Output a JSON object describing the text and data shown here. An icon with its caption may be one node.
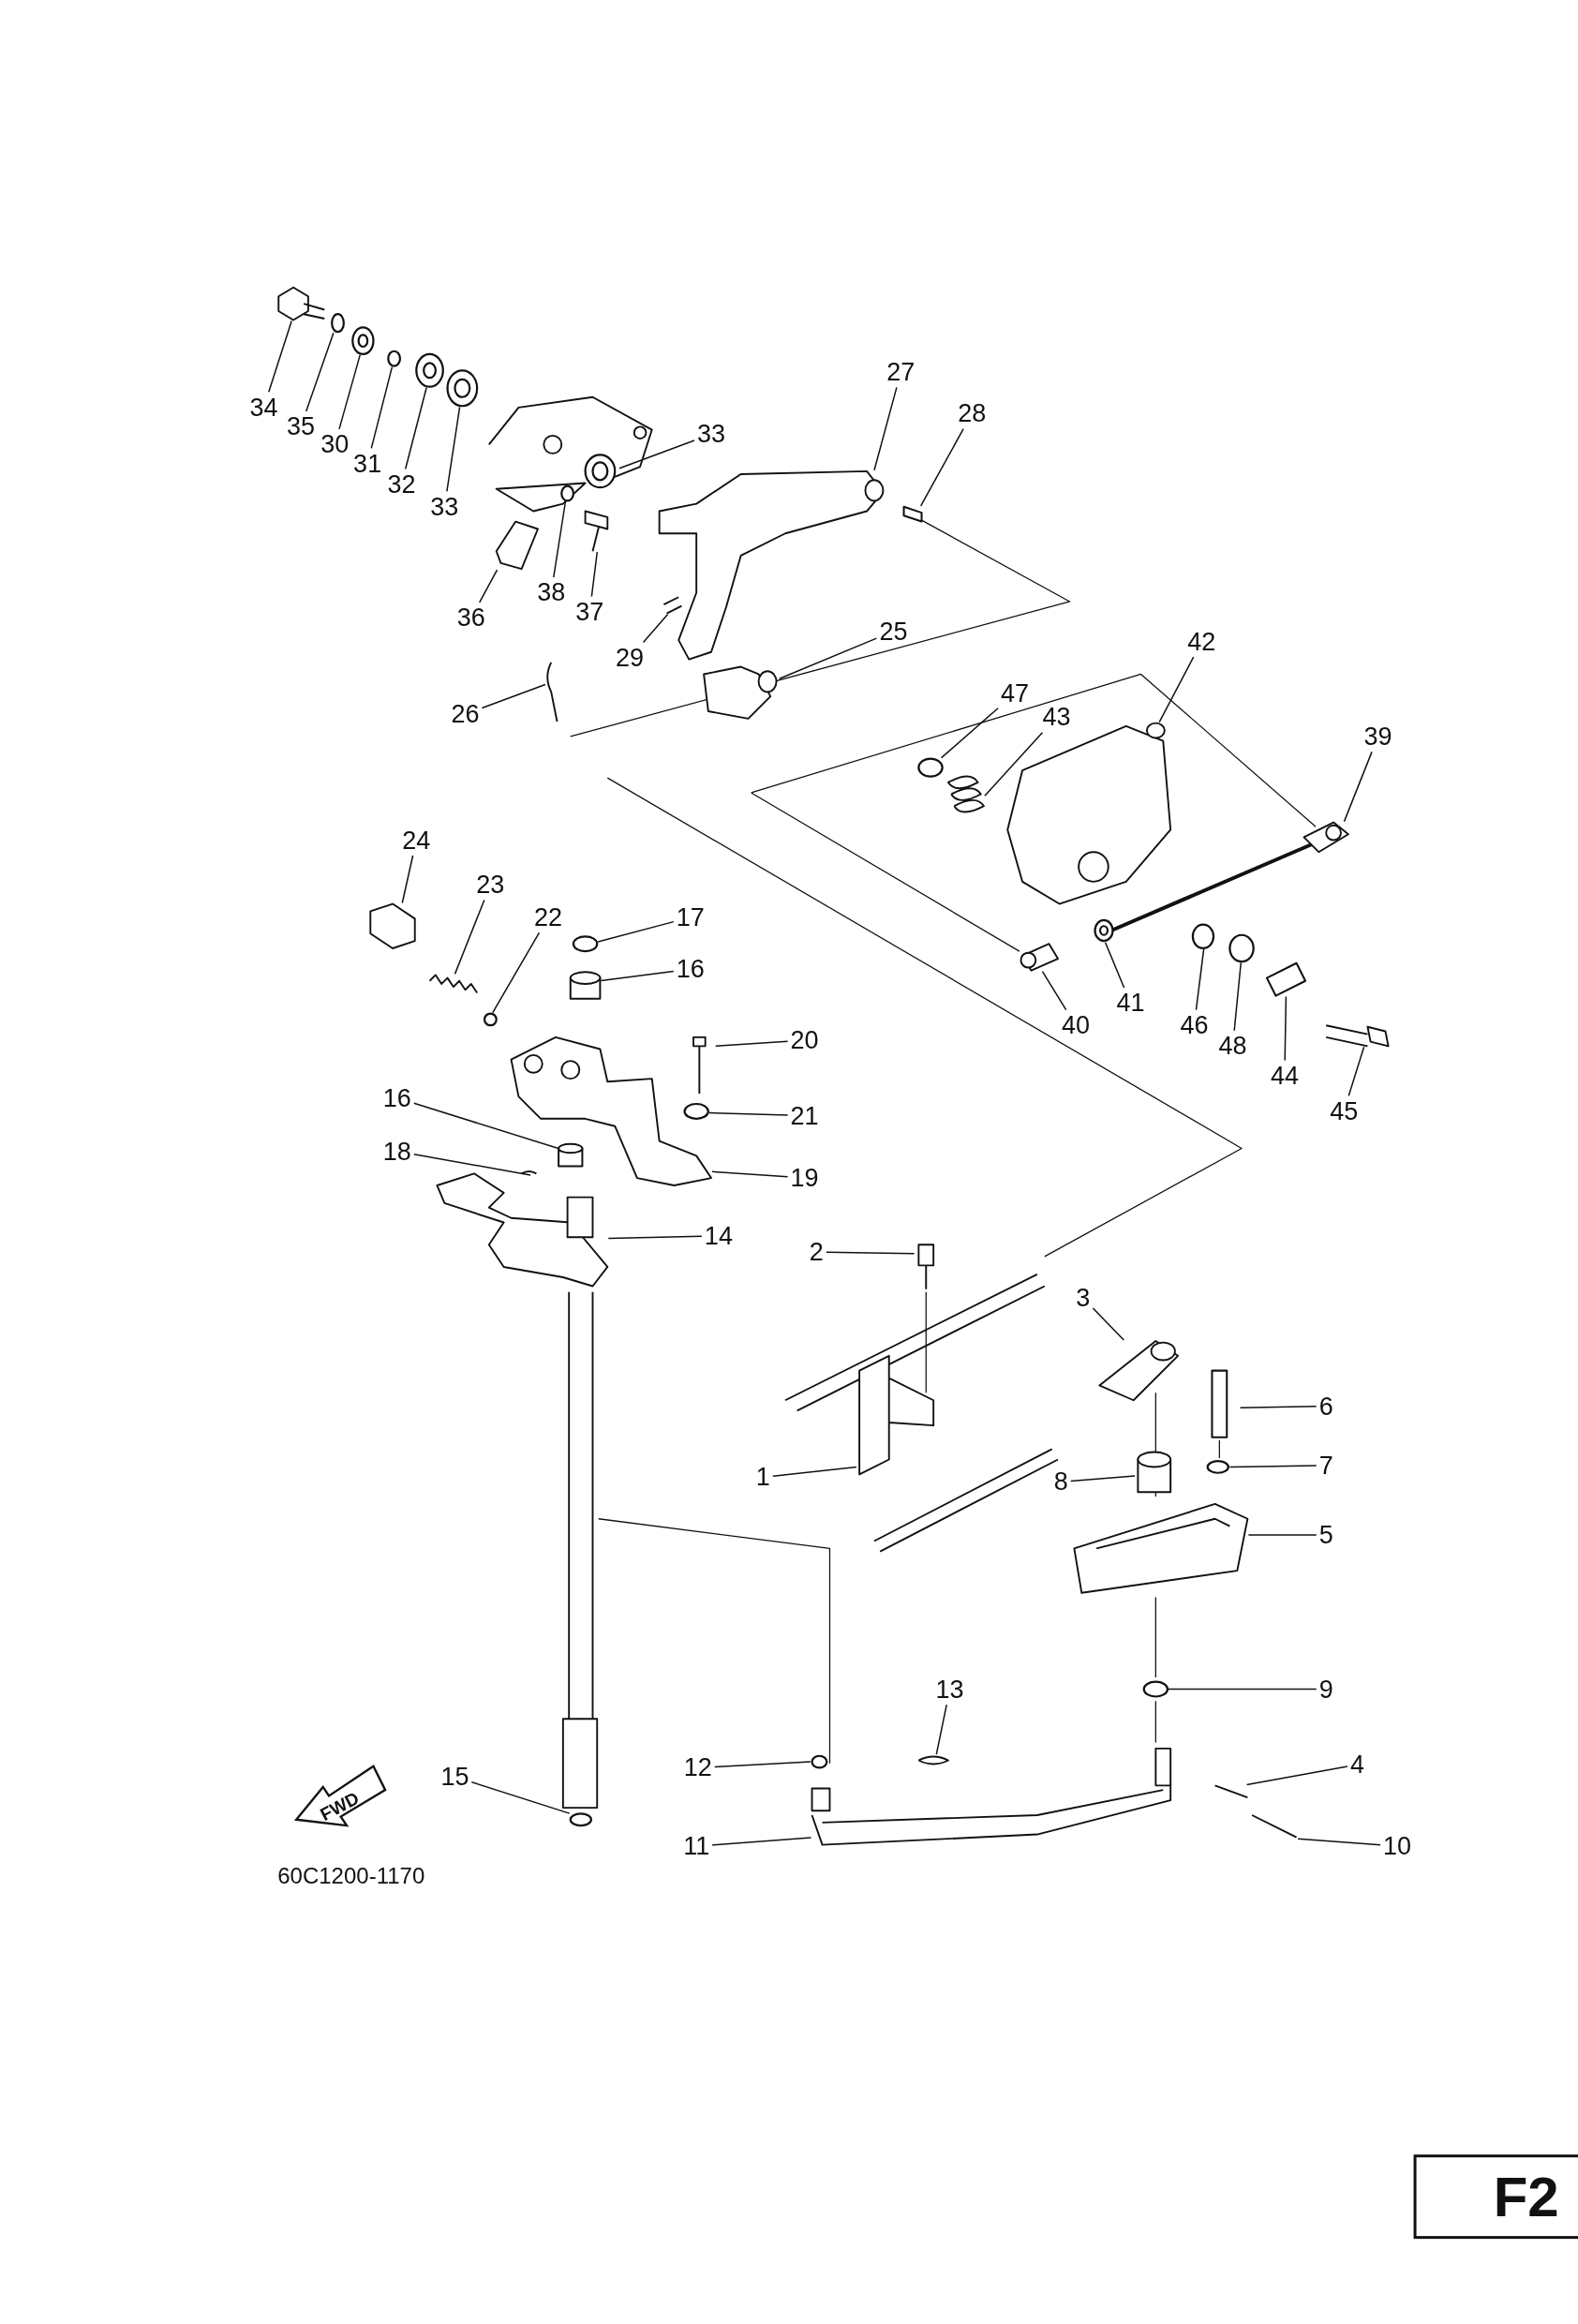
{
  "diagram": {
    "nodes": [
      {
        "text": [
          "34"
        ]
      },
      {
        "text": [
          "35"
        ]
      },
      {
        "text": [
          "30"
        ]
      },
      {
        "text": [
          "31"
        ]
      },
      {
        "text": [
          "32"
        ]
      },
      {
        "text": [
          "33"
        ]
      },
      {
        "text": [
          "33"
        ]
      },
      {
        "text": [
          "36"
        ]
      },
      {
        "text": [
          "38"
        ]
      },
      {
        "text": [
          "37"
        ]
      },
      {
        "text": [
          "27"
        ]
      },
      {
        "text": [
          "28"
        ]
      },
      {
        "text": [
          "29"
        ]
      },
      {
        "text": [
          "25"
        ]
      },
      {
        "text": [
          "26"
        ]
      },
      {
        "text": [
          "42"
        ]
      },
      {
        "text": [
          "47"
        ]
      },
      {
        "text": [
          "43"
        ]
      },
      {
        "text": [
          "39"
        ]
      },
      {
        "text": [
          "24"
        ]
      },
      {
        "text": [
          "23"
        ]
      },
      {
        "text": [
          "22"
        ]
      },
      {
        "text": [
          "17"
        ]
      },
      {
        "text": [
          "16"
        ]
      },
      {
        "text": [
          "20"
        ]
      },
      {
        "text": [
          "21"
        ]
      },
      {
        "text": [
          "16"
        ]
      },
      {
        "text": [
          "18"
        ]
      },
      {
        "text": [
          "19"
        ]
      },
      {
        "text": [
          "14"
        ]
      },
      {
        "text": [
          "40"
        ]
      },
      {
        "text": [
          "41"
        ]
      },
      {
        "text": [
          "46"
        ]
      },
      {
        "text": [
          "48"
        ]
      },
      {
        "text": [
          "44"
        ]
      },
      {
        "text": [
          "45"
        ]
      },
      {
        "text": [
          "2"
        ]
      },
      {
        "text": [
          "3"
        ]
      },
      {
        "text": [
          "6"
        ]
      },
      {
        "text": [
          "1"
        ]
      },
      {
        "text": [
          "8"
        ]
      },
      {
        "text": [
          "7"
        ]
      },
      {
        "text": [
          "5"
        ]
      },
      {
        "text": [
          "9"
        ]
      },
      {
        "text": [
          "13"
        ]
      },
      {
        "text": [
          "12"
        ]
      },
      {
        "text": [
          "15"
        ]
      },
      {
        "text": [
          "4"
        ]
      },
      {
        "text": [
          "11"
        ]
      },
      {
        "text": [
          "10"
        ]
      },
      {
        "text": [],
        "shape": "picture"
      },
      {
        "text": [],
        "shape": "circle"
      },
      {
        "text": [],
        "shape": "circle"
      },
      {
        "text": [],
        "shape": "circle"
      },
      {
        "text": [],
        "shape": "circle"
      },
      {
        "text": [],
        "shape": "circle"
      },
      {
        "text": [],
        "shape": "circle"
      },
      {
        "text": [],
        "shape": "picture"
      },
      {
        "text": [],
        "shape": "circle"
      },
      {
        "text": [],
        "shape": "picture"
      },
      {
        "text": [],
        "shape": "picture"
      },
      {
        "text": [],
        "shape": "box"
      },
      {
        "text": [],
        "shape": "picture"
      },
      {
        "text": [],
        "shape": "picture"
      },
      {
        "text": [],
        "shape": "picture"
      },
      {
        "text": [],
        "shape": "picture"
      },
      {
        "text": [],
        "shape": "circle"
      },
      {
        "text": [],
        "shape": "picture"
      },
      {
        "text": [],
        "shape": "picture"
      },
      {
        "text": [],
        "shape": "picture"
      },
      {
        "text": [],
        "shape": "picture"
      },
      {
        "text": [],
        "shape": "circle"
      },
      {
        "text": [],
        "shape": "circle"
      },
      {
        "text": [],
        "shape": "cylinder"
      },
      {
        "text": [],
        "shape": "picture"
      },
      {
        "text": [],
        "shape": "circle"
      },
      {
        "text": [],
        "shape": "cylinder"
      },
      {
        "text": [],
        "shape": "picture"
      },
      {
        "text": [],
        "shape": "picture"
      },
      {
        "text": [],
        "shape": "picture"
      },
      {
        "text": [],
        "shape": "picture"
      },
      {
        "text": [],
        "shape": "circle"
      },
      {
        "text": [],
        "shape": "circle"
      },
      {
        "text": [],
        "shape": "circle"
      },
      {
        "text": [],
        "shape": "box"
      },
      {
        "text": [],
        "shape": "picture"
      },
      {
        "text": [],
        "shape": "picture"
      },
      {
        "text": [],
        "shape": "picture"
      },
      {
        "text": [],
        "shape": "box"
      },
      {
        "text": [],
        "shape": "picture"
      },
      {
        "text": [],
        "shape": "cylinder"
      },
      {
        "text": [],
        "shape": "circle"
      },
      {
        "text": [],
        "shape": "picture"
      },
      {
        "text": [],
        "shape": "circle"
      },
      {
        "text": [],
        "shape": "picture"
      },
      {
        "text": [],
        "shape": "circle"
      },
      {
        "text": [],
        "shape": "circle"
      },
      {
        "text": [],
        "shape": "picture"
      },
      {
        "text": [],
        "shape": "picture"
      },
      {
        "text": [],
        "shape": "picture"
      }
    ],
    "edges": [
      {
        "from": 0,
        "to": 50,
        "arrow": "none"
      },
      {
        "from": 1,
        "to": 51,
        "arrow": "none"
      },
      {
        "from": 2,
        "to": 52,
        "arrow": "none"
      },
      {
        "from": 3,
        "to": 53,
        "arrow": "none"
      },
      {
        "from": 4,
        "to": 54,
        "arrow": "none"
      },
      {
        "from": 5,
        "to": 55,
        "arrow": "none"
      },
      {
        "from": 6,
        "to": 56,
        "arrow": "none"
      },
      {
        "from": 7,
        "to": 57,
        "arrow": "none"
      },
      {
        "from": 8,
        "to": 58,
        "arrow": "none"
      },
      {
        "from": 9,
        "to": 59,
        "arrow": "none"
      },
      {
        "from": 10,
        "to": 60,
        "arrow": "none"
      },
      {
        "from": 11,
        "to": 61,
        "arrow": "none"
      },
      {
        "from": 12,
        "to": 62,
        "arrow": "none"
      },
      {
        "from": 13,
        "to": 63,
        "arrow": "none"
      },
      {
        "from": 14,
        "to": 64,
        "arrow": "none"
      },
      {
        "from": 15,
        "to": 65,
        "arrow": "none"
      },
      {
        "from": 16,
        "to": 66,
        "arrow": "none"
      },
      {
        "from": 17,
        "to": 67,
        "arrow": "none"
      },
      {
        "from": 18,
        "to": 68,
        "arrow": "none"
      },
      {
        "from": 19,
        "to": 69,
        "arrow": "none"
      },
      {
        "from": 20,
        "to": 70,
        "arrow": "none"
      },
      {
        "from": 21,
        "to": 71,
        "arrow": "none"
      },
      {
        "from": 22,
        "to": 72,
        "arrow": "none"
      },
      {
        "from": 23,
        "to": 73,
        "arrow": "none"
      },
      {
        "from": 24,
        "to": 74,
        "arrow": "none"
      },
      {
        "from": 25,
        "to": 75,
        "arrow": "none"
      },
      {
        "from": 26,
        "to": 76,
        "arrow": "none"
      },
      {
        "from": 27,
        "to": 77,
        "arrow": "none"
      },
      {
        "from": 28,
        "to": 78,
        "arrow": "none"
      },
      {
        "from": 29,
        "to": 79,
        "arrow": "none"
      },
      {
        "from": 30,
        "to": 80,
        "arrow": "none"
      },
      {
        "from": 31,
        "to": 81,
        "arrow": "none"
      },
      {
        "from": 32,
        "to": 82,
        "arrow": "none"
      },
      {
        "from": 33,
        "to": 83,
        "arrow": "none"
      },
      {
        "from": 34,
        "to": 84,
        "arrow": "none"
      },
      {
        "from": 35,
        "to": 85,
        "arrow": "none"
      },
      {
        "from": 36,
        "to": 86,
        "arrow": "none"
      },
      {
        "from": 37,
        "to": 87,
        "arrow": "none"
      },
      {
        "from": 38,
        "to": 88,
        "arrow": "none"
      },
      {
        "from": 39,
        "to": 89,
        "arrow": "none"
      },
      {
        "from": 40,
        "to": 90,
        "arrow": "none"
      },
      {
        "from": 41,
        "to": 91,
        "arrow": "none"
      },
      {
        "from": 42,
        "to": 92,
        "arrow": "none"
      },
      {
        "from": 43,
        "to": 93,
        "arrow": "none"
      },
      {
        "from": 44,
        "to": 94,
        "arrow": "none"
      },
      {
        "from": 45,
        "to": 95,
        "arrow": "none"
      },
      {
        "from": 46,
        "to": 96,
        "arrow": "none"
      },
      {
        "from": 47,
        "to": 97,
        "arrow": "none"
      },
      {
        "from": 48,
        "to": 98,
        "arrow": "none"
      },
      {
        "from": 49,
        "to": 99,
        "arrow": "none"
      }
    ],
    "labels": [
      "FWD",
      "60C1200-1170",
      "F2"
    ]
  }
}
